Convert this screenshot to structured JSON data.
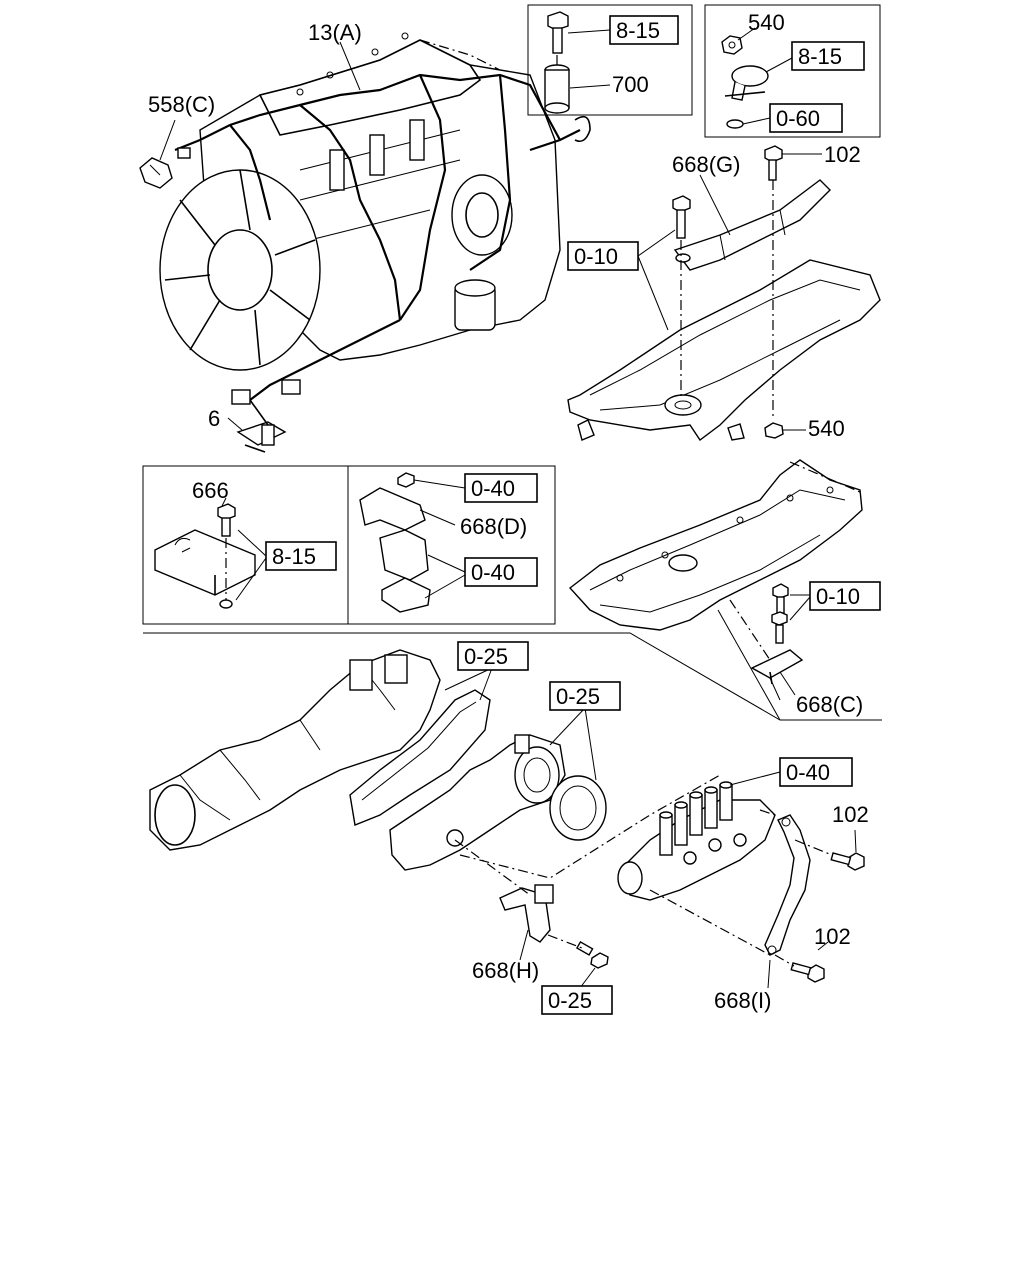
{
  "labels": {
    "harness_13a": "13(A)",
    "connector_558c": "558(C)",
    "clip_6": "6",
    "ref_8_15_top": "8-15",
    "spacer_700": "700",
    "nut_540_top": "540",
    "ref_8_15_right": "8-15",
    "ref_0_60": "0-60",
    "bracket_668g": "668(G)",
    "bolt_102_top": "102",
    "ref_0_10_left": "0-10",
    "nut_540_cover": "540",
    "bracket_666": "666",
    "ref_8_15_box": "8-15",
    "ref_0_40_a": "0-40",
    "bracket_668d": "668(D)",
    "ref_0_40_b": "0-40",
    "ref_0_10_right": "0-10",
    "bracket_668c": "668(C)",
    "ref_0_25_a": "0-25",
    "ref_0_25_b": "0-25",
    "ref_0_40_c": "0-40",
    "bolt_102_mid": "102",
    "bolt_102_low": "102",
    "bracket_668h": "668(H)",
    "ref_0_25_c": "0-25",
    "bracket_668i": "668(I)"
  }
}
